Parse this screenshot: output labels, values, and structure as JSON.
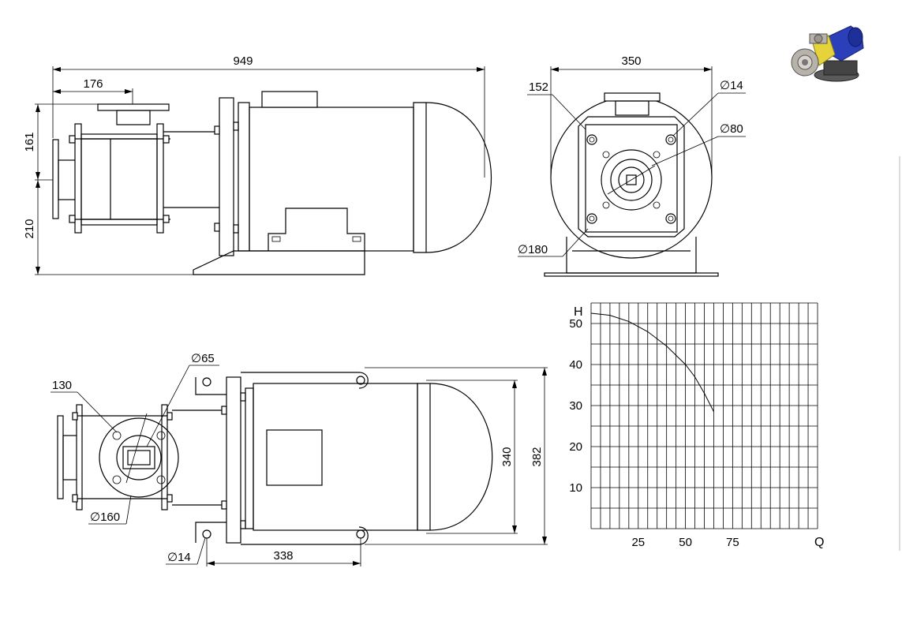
{
  "drawing": {
    "side_view": {
      "overall_length": "949",
      "inlet_offset": "176",
      "height_upper": "161",
      "height_lower": "210"
    },
    "end_view": {
      "width": "350",
      "bolt_spacing": "152",
      "bolt_hole": "∅14",
      "port": "∅80",
      "motor_diameter": "∅180"
    },
    "top_view": {
      "flange_spacing": "130",
      "port": "∅65",
      "flange_diameter": "∅160",
      "mount_hole": "∅14",
      "mount_spacing": "338",
      "width_inner": "340",
      "width_outer": "382"
    }
  },
  "chart_data": {
    "type": "line",
    "xlabel": "Q",
    "ylabel": "H",
    "xlim": [
      0,
      120
    ],
    "ylim": [
      0,
      55
    ],
    "x_ticks": [
      25,
      50,
      75
    ],
    "y_ticks": [
      10,
      20,
      30,
      40,
      50
    ],
    "grid": true,
    "series": [
      {
        "x": [
          0,
          10,
          20,
          30,
          40,
          50,
          55,
          60,
          65
        ],
        "y": [
          52.5,
          52,
          50.5,
          48,
          44.5,
          40,
          37,
          33,
          28.5
        ]
      }
    ]
  },
  "colors": {
    "line": "#000000",
    "background": "#ffffff",
    "motor_blue": "#2b3fb8",
    "housing_yellow": "#e6d23a",
    "pump_grey": "#b8b3aa"
  }
}
